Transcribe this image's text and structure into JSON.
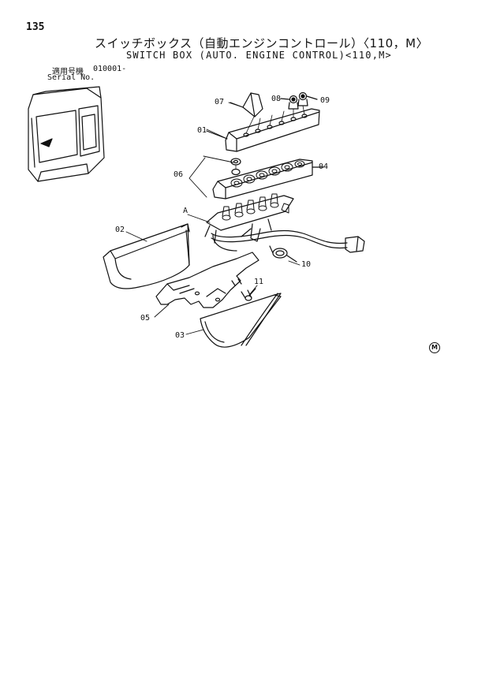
{
  "page_number": "135",
  "title_jp": "スイッチボックス（自動エンジンコントロール）〈110，M〉",
  "title_en": "SWITCH BOX (AUTO. ENGINE CONTROL)<110,M>",
  "serial": {
    "label_jp": "適用号機",
    "label_en": "Serial No.",
    "value": "010001-"
  },
  "callouts": {
    "p01": "01",
    "p02": "02",
    "p03": "03",
    "p04": "04",
    "p05": "05",
    "p06": "06",
    "p07": "07",
    "p08": "08",
    "p09": "09",
    "p10": "10",
    "p11": "11",
    "view_a": "A"
  },
  "mark": "M"
}
